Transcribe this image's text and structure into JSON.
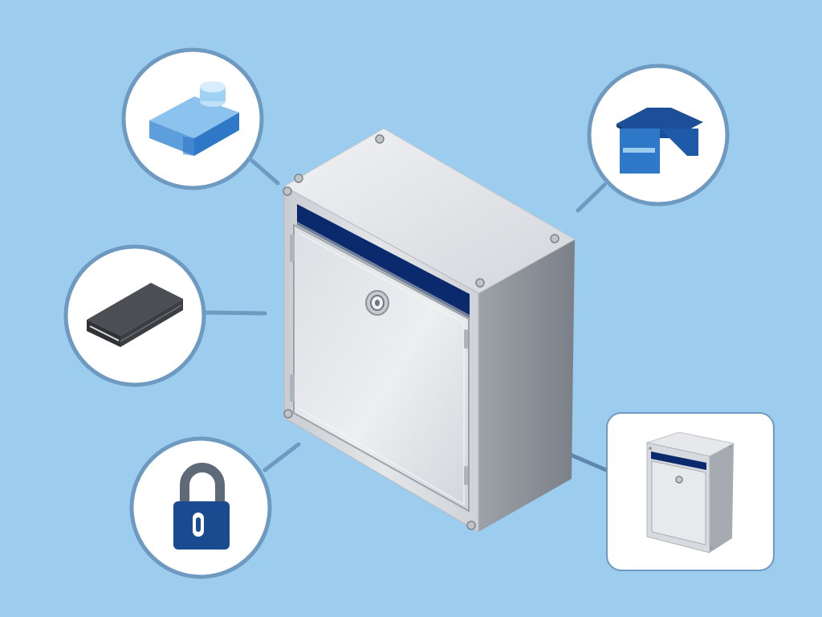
{
  "scene": {
    "main_object": "wall-mounted-metal-lock-box",
    "callouts": [
      {
        "id": "top-left",
        "icon": "bridge-box-icon",
        "shape": "circle"
      },
      {
        "id": "middle-left",
        "icon": "metal-plate-icon",
        "shape": "circle"
      },
      {
        "id": "bottom-left",
        "icon": "padlock-icon",
        "shape": "circle"
      },
      {
        "id": "top-right",
        "icon": "shelter-icon",
        "shape": "circle"
      },
      {
        "id": "bottom-right",
        "icon": "lock-box-thumbnail",
        "shape": "rounded-square"
      }
    ]
  },
  "colors": {
    "background": "#9ccdef",
    "callout_fill": "#ffffff",
    "callout_stroke": "#6e99c0",
    "connector": "#6e99c0",
    "box_face": "#d8dbe0",
    "box_top": "#e9ebee",
    "box_side": "#8d9299",
    "slot": "#0b2a6e",
    "accent_dark_blue": "#1a4a8f",
    "accent_mid_blue": "#2f78c8",
    "accent_light_blue": "#68aee8"
  }
}
